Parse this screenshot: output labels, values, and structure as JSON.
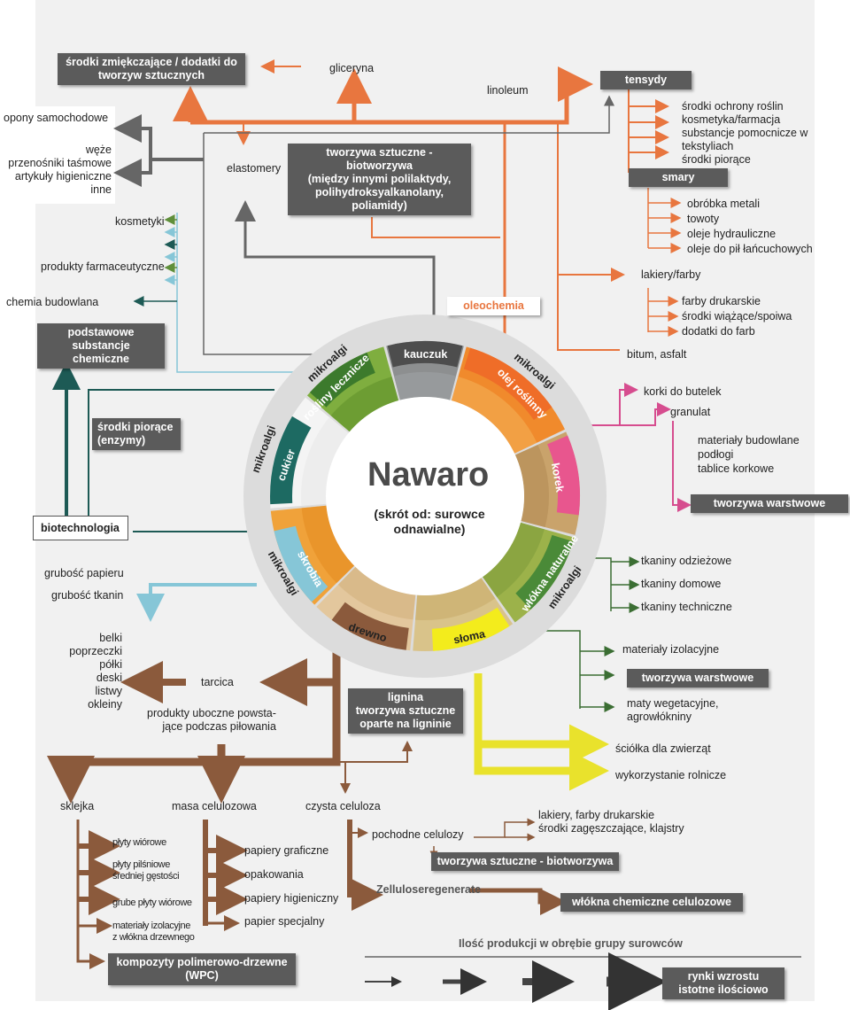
{
  "center": {
    "title": "Nawaro",
    "subtitle": "(skrót od: surowce\nodnawialne)"
  },
  "ring": {
    "kauczuk": "kauczuk",
    "olej": "olej roślinny",
    "mikroalgi": "mikroalgi",
    "korek": "korek",
    "wlokna": "włókna naturalne",
    "sloma": "słoma",
    "drewno": "drewno",
    "skrobia": "skrobia",
    "cukier": "cukier",
    "rosliny": "rośliny lecznicze"
  },
  "boxes": {
    "zmiekczajace": "środki zmiękczające /  dodatki do\ntworzyw sztucznych",
    "biotworzywa_top": "tworzywa sztuczne - biotworzywa\n(między innymi polilaktydy,\npolihydroksyalkanolany,\npoliamidy)",
    "tensydy": "tensydy",
    "smary": "smary",
    "oleochemia": "oleochemia",
    "podstawowe": "podstawowe\nsubstancje chemiczne",
    "piorace_enzymy": "środki piorące\n(enzymy)",
    "biotechnologia": "biotechnologia",
    "tworzywa_warstwowe_1": "tworzywa warstwowe",
    "tworzywa_warstwowe_2": "tworzywa warstwowe",
    "lignina": "lignina\ntworzywa sztuczne\noparte na ligninie",
    "biotworzywa_bottom": "tworzywa sztuczne - biotworzywa",
    "wlokna_chem": "włókna chemiczne celulozowe",
    "wpc": "kompozyty polimerowo-drzewne\n(WPC)",
    "rynki": "rynki wzrostu\nistotne ilościowo"
  },
  "labels": {
    "gliceryna": "gliceryna",
    "linoleum": "linoleum",
    "opony": "opony samochodowe",
    "weze": "węże\nprzenośniki taśmowe\nartykuły higieniczne\ninne",
    "elastomery": "elastomery",
    "kosmetyki": "kosmetyki",
    "farmaceutyczne": "produkty farmaceutyczne",
    "chemia_budowlana": "chemia budowlana",
    "tensydy_list": "środki ochrony roślin\nkosmetyka/farmacja\nsubstancje pomocnicze w tekstyliach\nśrodki piorące",
    "smary_list": "obróbka metali\ntowoty\noleje hydrauliczne\noleje do pił łańcuchowych",
    "lakiery": "lakiery/farby",
    "lakiery_list": "farby drukarskie\nśrodki wiążące/spoiwa\ndodatki do farb",
    "bitum": "bitum, asfalt",
    "korki": "korki do butelek",
    "granulat": "granulat",
    "korek_list": "materiały budowlane\npodłogi\ntablice korkowe",
    "grubosc_papieru": "grubość papieru",
    "grubosc_tkanin": "grubość tkanin",
    "tkaniny_odziezowe": "tkaniny odzieżowe",
    "tkaniny_domowe": "tkaniny domowe",
    "tkaniny_techniczne": "tkaniny techniczne",
    "izolacyjne": "materiały izolacyjne",
    "maty": "maty wegetacyjne,\nagrowłókniny",
    "belki": "belki\npoprzeczki\npółki\ndeski\nlistwy\nokleiny",
    "tarcica": "tarcica",
    "uboczne": "produkty uboczne powsta-\njące podczas piłowania",
    "sciolka": "ściółka dla zwierząt",
    "rolnicze": "wykorzystanie rolnicze",
    "sklejka": "sklejka",
    "masa": "masa celulozowa",
    "czysta": "czysta celuloza",
    "plyty_wiorowe": "płyty wiórowe",
    "plyty_pilsniowe": "płyty pilśniowe\nśredniej gęstości",
    "grube_plyty": "grube płyty wiórowe",
    "mat_izol_drzewne": "materiały izolacyjne\nz włókna drzewnego",
    "papiery_graficzne": "papiery graficzne",
    "opakowania": "opakowania",
    "papiery_higieniczne": "papiery higieniczny",
    "papier_specjalny": "papier specjalny",
    "pochodne": "pochodne celulozy",
    "lakiery_farby2": "lakiery, farby drukarskie\nśrodki zagęszczające, klajstry",
    "zellulose": "Zelluloseregenerate",
    "ilosc": "Ilość produkcji w obrębie grupy surowców"
  },
  "colors": {
    "orange": "#e8763f",
    "gray": "#777777",
    "darkgray": "#555555",
    "teal": "#1d5a55",
    "green": "#5f8f3a",
    "lightblue": "#86c6d7",
    "pink": "#d64d8f",
    "darkgreen": "#3b6e33",
    "brown": "#8b5a3c",
    "yellow": "#e9e22c",
    "slate": "#4a4a4a"
  }
}
